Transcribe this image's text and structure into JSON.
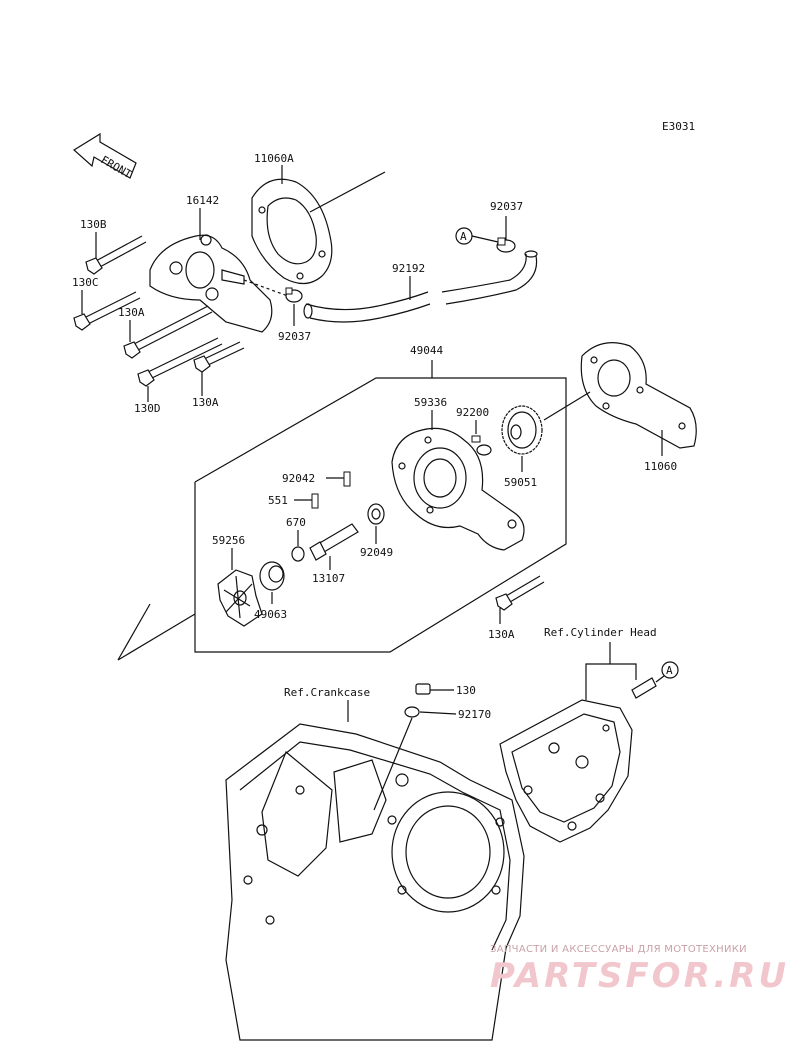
{
  "diagram_code": "E3031",
  "front_label": "FRONT",
  "part_labels": {
    "p11060A": "11060A",
    "p16142": "16142",
    "p130B": "130B",
    "p130C": "130C",
    "p130A_1": "130A",
    "p130D": "130D",
    "p130A_2": "130A",
    "p92037_1": "92037",
    "p92037_2": "92037",
    "p92192": "92192",
    "p49044": "49044",
    "p59336": "59336",
    "p92200": "92200",
    "p59051": "59051",
    "p11060": "11060",
    "p92042": "92042",
    "p551": "551",
    "p670": "670",
    "p59256": "59256",
    "p13107": "13107",
    "p92049": "92049",
    "p49063": "49063",
    "p130A_3": "130A",
    "p130": "130",
    "p92170": "92170"
  },
  "ref_labels": {
    "cylinder_head": "Ref.Cylinder Head",
    "crankcase": "Ref.Crankcase"
  },
  "callouts": {
    "a1": "A",
    "a2": "A"
  },
  "watermark": {
    "caption": "ЗАПЧАСТИ И АКСЕССУАРЫ ДЛЯ МОТОТЕХНИКИ",
    "brand": "PARTSFOR.RU"
  }
}
